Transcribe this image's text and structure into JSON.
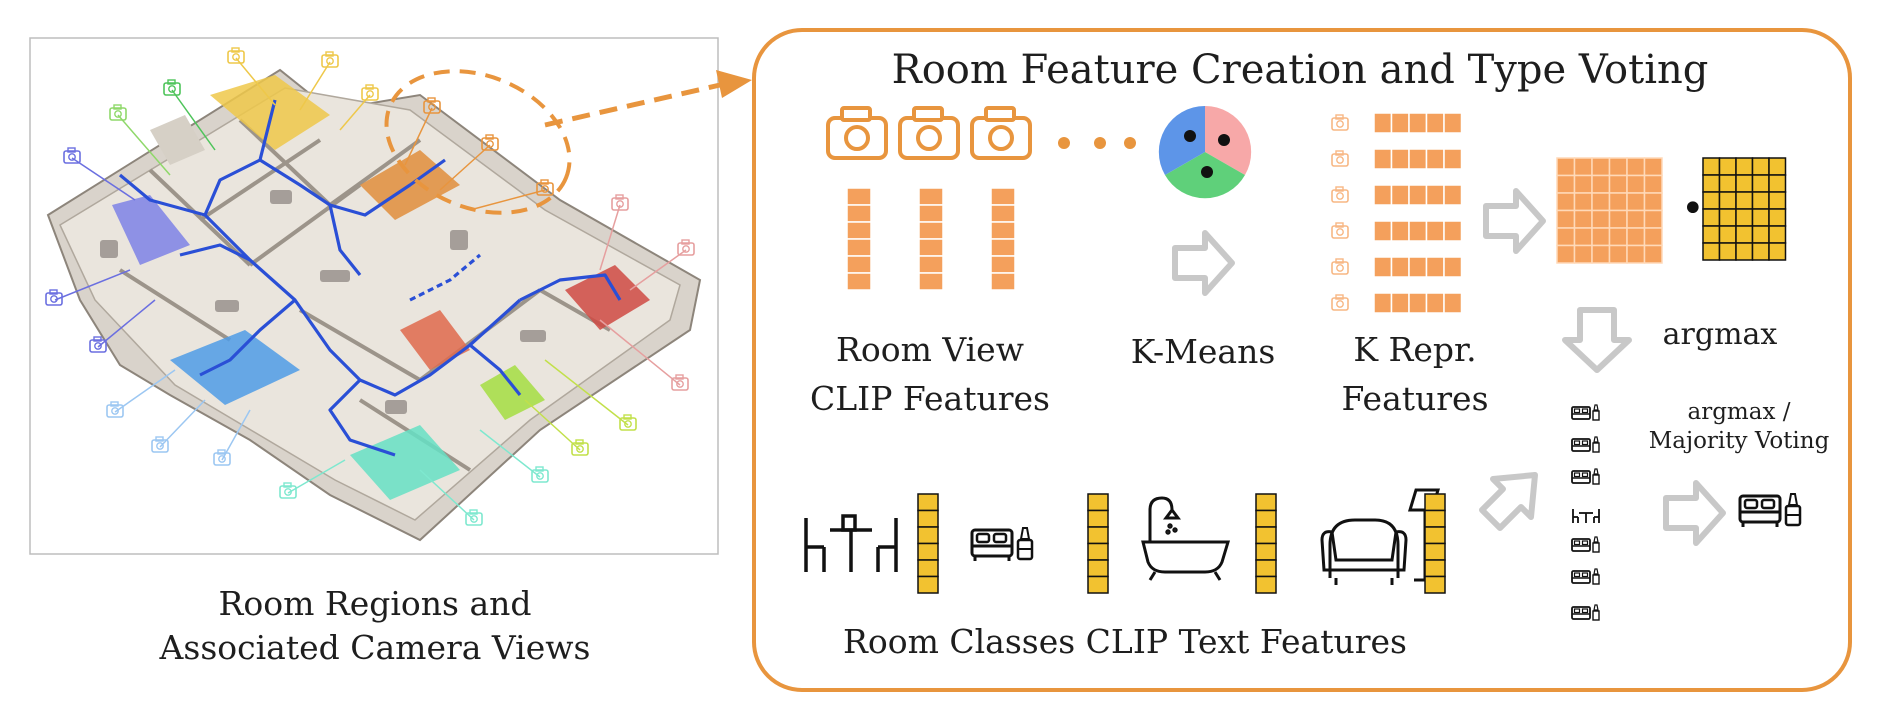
{
  "left_panel": {
    "caption_line1": "Room Regions and",
    "caption_line2": "Associated Camera Views"
  },
  "right_panel": {
    "title": "Room Feature Creation and Type Voting",
    "room_view_label_line1": "Room View",
    "room_view_label_line2": "CLIP Features",
    "kmeans_label": "K-Means",
    "krepr_label_line1": "K Repr.",
    "krepr_label_line2": "Features",
    "argmax_label": "argmax",
    "vote_label_line1": "argmax /",
    "vote_label_line2": "Majority Voting",
    "room_classes_label": "Room Classes CLIP Text Features",
    "dot_product_symbol": "•"
  },
  "colors": {
    "frame_orange": "#e8953e",
    "feature_orange": "#f4a05c",
    "feature_orange_light": "#f7b784",
    "text_feature_yellow": "#f2c230",
    "path_blue": "#2a4fd6",
    "arrow_gray": "#c8c8c8",
    "cluster_red": "#f7a8a8",
    "cluster_blue": "#5d95e8",
    "cluster_green": "#5fd07a"
  },
  "icons": [
    "camera-icon",
    "dining-table-icon",
    "bed-icon",
    "bathtub-icon",
    "armchair-lamp-icon",
    "bed-nightstand-icon"
  ]
}
